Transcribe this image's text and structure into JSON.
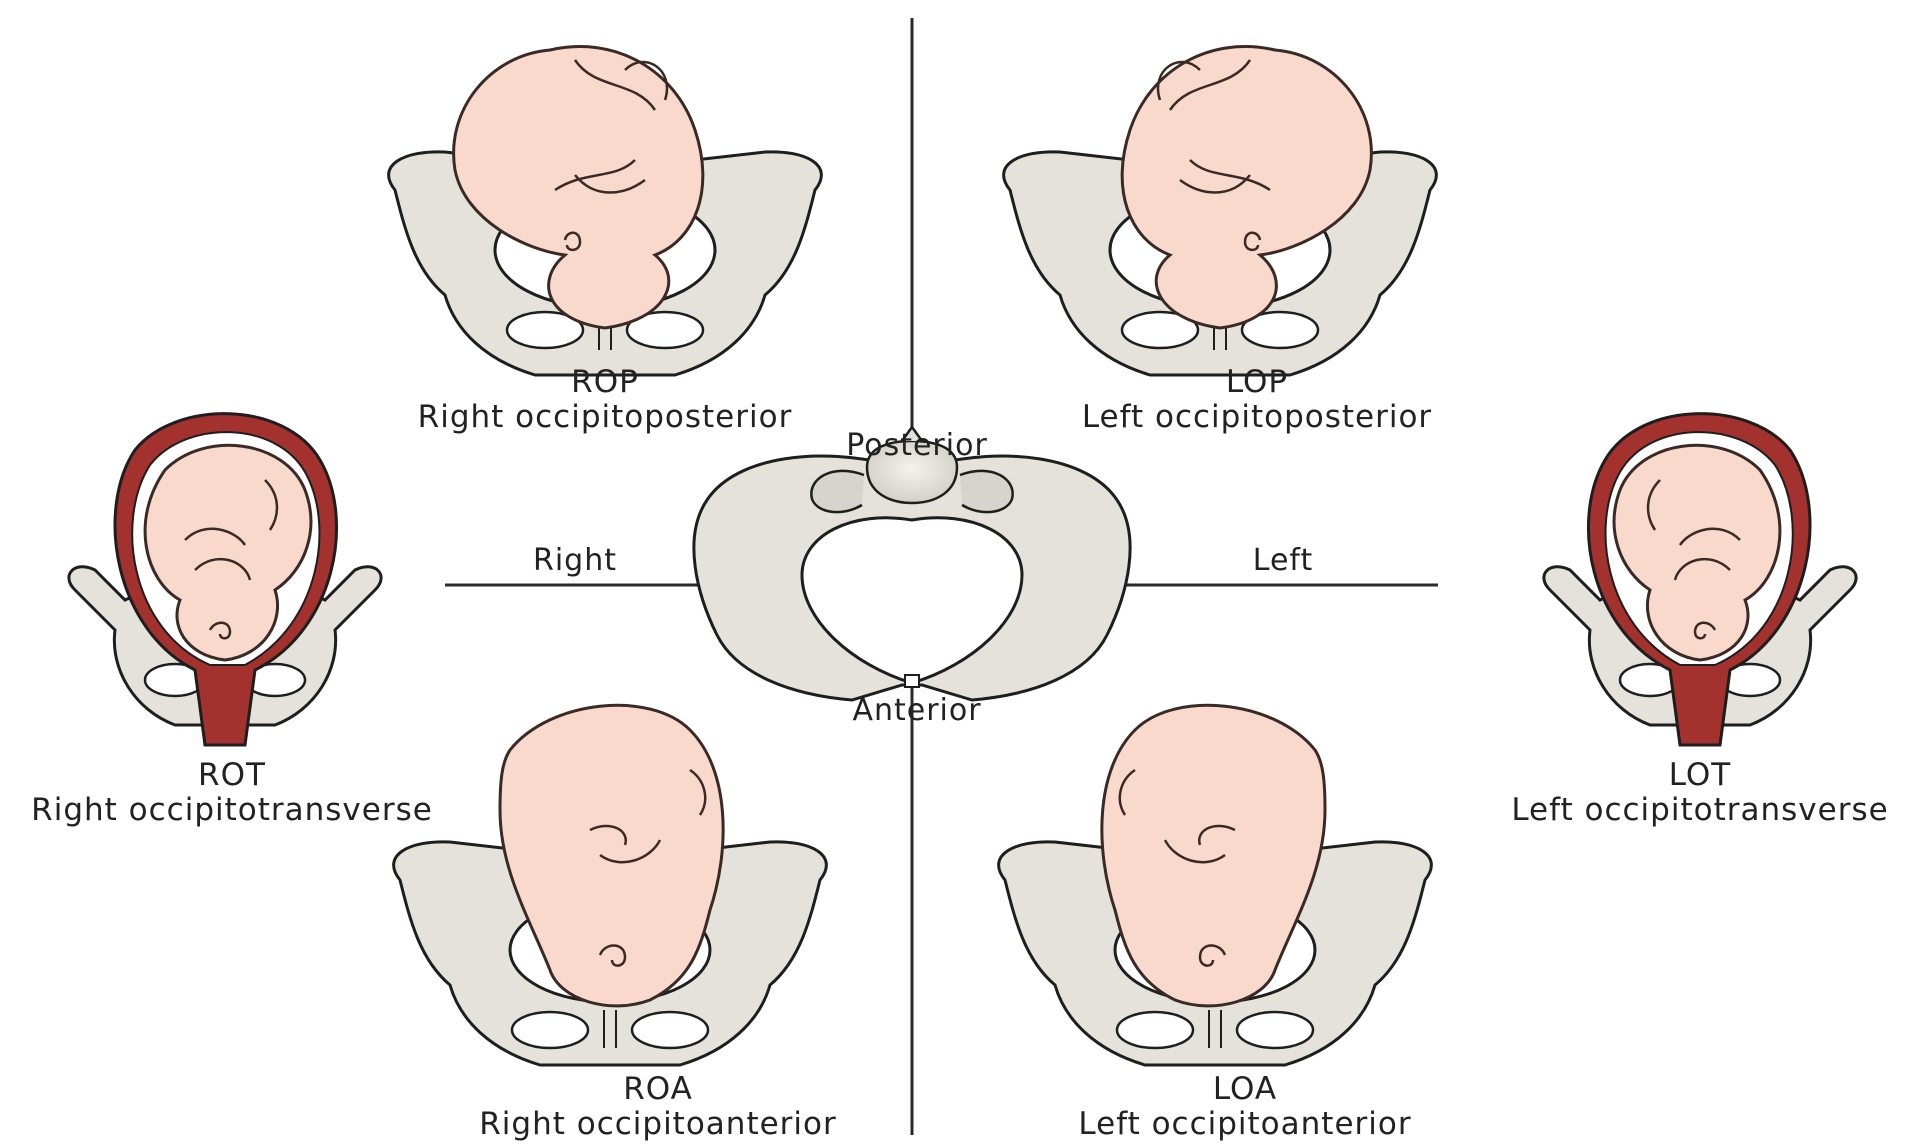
{
  "directions": {
    "posterior": "Posterior",
    "anterior": "Anterior",
    "right": "Right",
    "left": "Left"
  },
  "positions": {
    "rop": {
      "code": "ROP",
      "name": "Right occipitoposterior"
    },
    "lop": {
      "code": "LOP",
      "name": "Left occipitoposterior"
    },
    "rot": {
      "code": "ROT",
      "name": "Right occipitotransverse"
    },
    "lot": {
      "code": "LOT",
      "name": "Left occipitotransverse"
    },
    "roa": {
      "code": "ROA",
      "name": "Right occipitoanterior"
    },
    "loa": {
      "code": "LOA",
      "name": "Left occipitoanterior"
    }
  },
  "colors": {
    "bone": "#e4e2da",
    "bone_shadow": "#cbc8be",
    "skin": "#f9d9cc",
    "skin_line": "#3a2a26",
    "uterus": "#a3312e",
    "uterus_dark": "#7e2220",
    "outline": "#1e1e1e",
    "axis": "#2a2a2a"
  },
  "icons": {
    "pelvis": "pelvis-outline-icon",
    "fetus": "fetus-head-icon"
  }
}
